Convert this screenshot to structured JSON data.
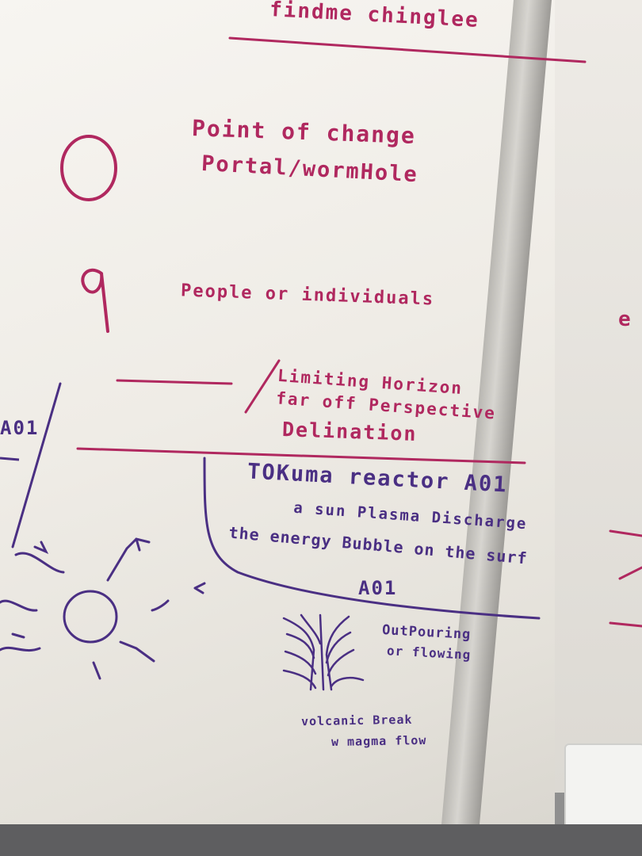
{
  "photo": {
    "header": "findme chinglee",
    "symbol_circle": {
      "line1": "Point of change",
      "line2": "Portal/wormHole"
    },
    "symbol_nine": {
      "line1": "People or individuals"
    },
    "symbol_line": {
      "line1": "Limiting Horizon",
      "line2": "far off Perspective",
      "line3": "Delination"
    },
    "reactor": {
      "title": "TOKuma reactor A01",
      "line2": "a sun Plasma Discharge",
      "line3": "the energy Bubble on the surf",
      "line4": "A01"
    },
    "left_fragment": "A01",
    "volcano_note": {
      "line1": "OutPouring",
      "line2": "or flowing"
    },
    "volcano_caption": {
      "line1": "volcanic Break",
      "line2": "w magma flow"
    },
    "right_fragment": "e",
    "colors": {
      "magenta_marker": "#b0285f",
      "purple_marker": "#4a2f83",
      "board": "#f3f1ec",
      "frame": "#bdbbb6"
    }
  }
}
